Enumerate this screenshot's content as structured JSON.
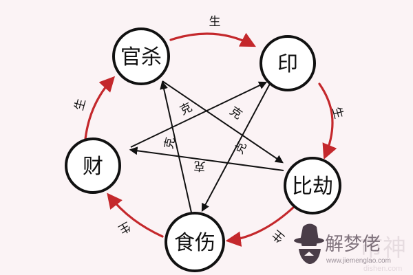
{
  "nodes": {
    "guansha": "官杀",
    "yin": "印",
    "bijie": "比劫",
    "shishang": "食伤",
    "cai": "财"
  },
  "cycle_labels": {
    "guansha_to_yin": "生",
    "yin_to_bijie": "生",
    "bijie_to_shishang": "生",
    "shishang_to_cai": "生",
    "cai_to_guansha": "生"
  },
  "control_labels": {
    "yin_to_shishang": "克",
    "guansha_to_bijie": "克",
    "bijie_to_cai": "克",
    "shishang_to_guansha": "克",
    "cai_to_yin": "克"
  },
  "watermark": {
    "brand": "解梦佬",
    "url": "www.jiemenglao.com",
    "faint_brand": "市神",
    "faint_url": "dishen.com"
  },
  "colors": {
    "generate_arrow": "#c4282c",
    "control_arrow": "#111111",
    "node_border": "#111111",
    "node_fill": "#ffffff",
    "background": "#fbf3f5"
  }
}
